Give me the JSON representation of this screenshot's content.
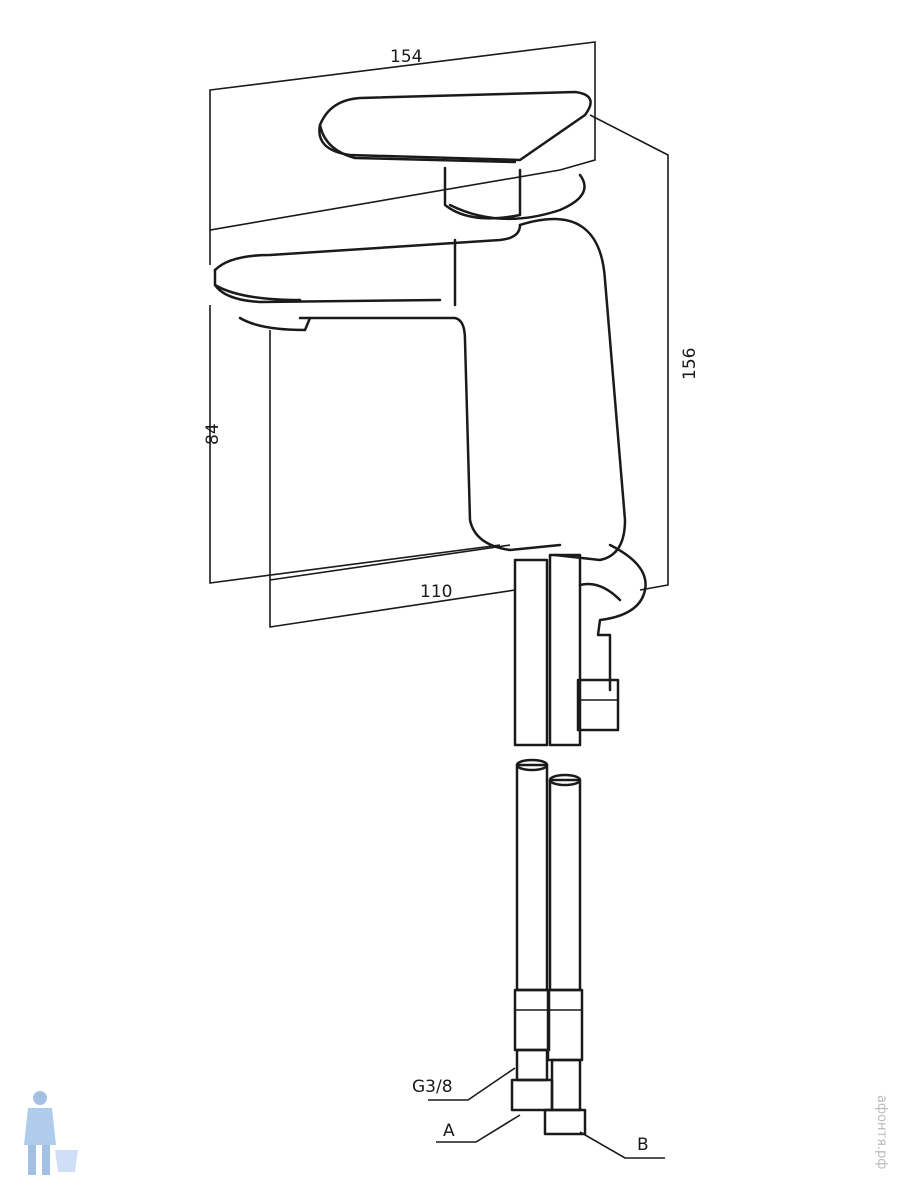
{
  "dimensions": {
    "width_top": "154",
    "height_total": "156",
    "spout_height": "84",
    "spout_reach": "110"
  },
  "labels": {
    "thread": "G3/8",
    "hose_a": "A",
    "hose_b": "B"
  },
  "watermark": "афонтя.рф"
}
